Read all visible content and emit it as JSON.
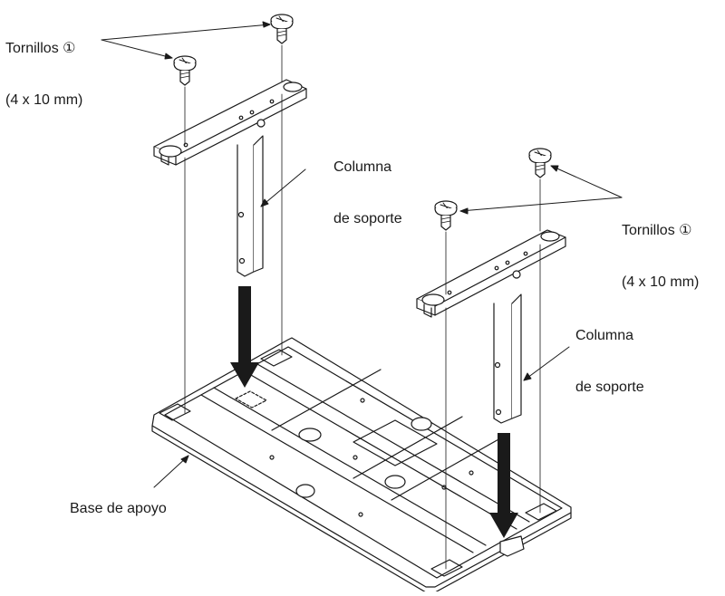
{
  "labels": {
    "screws_left": {
      "line1": "Tornillos ①",
      "line2": "(4 x 10 mm)"
    },
    "column_left": {
      "line1": "Columna",
      "line2": "de soporte"
    },
    "screws_right": {
      "line1": "Tornillos ①",
      "line2": "(4 x 10 mm)"
    },
    "column_right": {
      "line1": "Columna",
      "line2": "de soporte"
    },
    "base": "Base de apoyo"
  },
  "colors": {
    "line": "#1a1a1a",
    "background": "#ffffff",
    "arrow_fill": "#1a1a1a"
  }
}
